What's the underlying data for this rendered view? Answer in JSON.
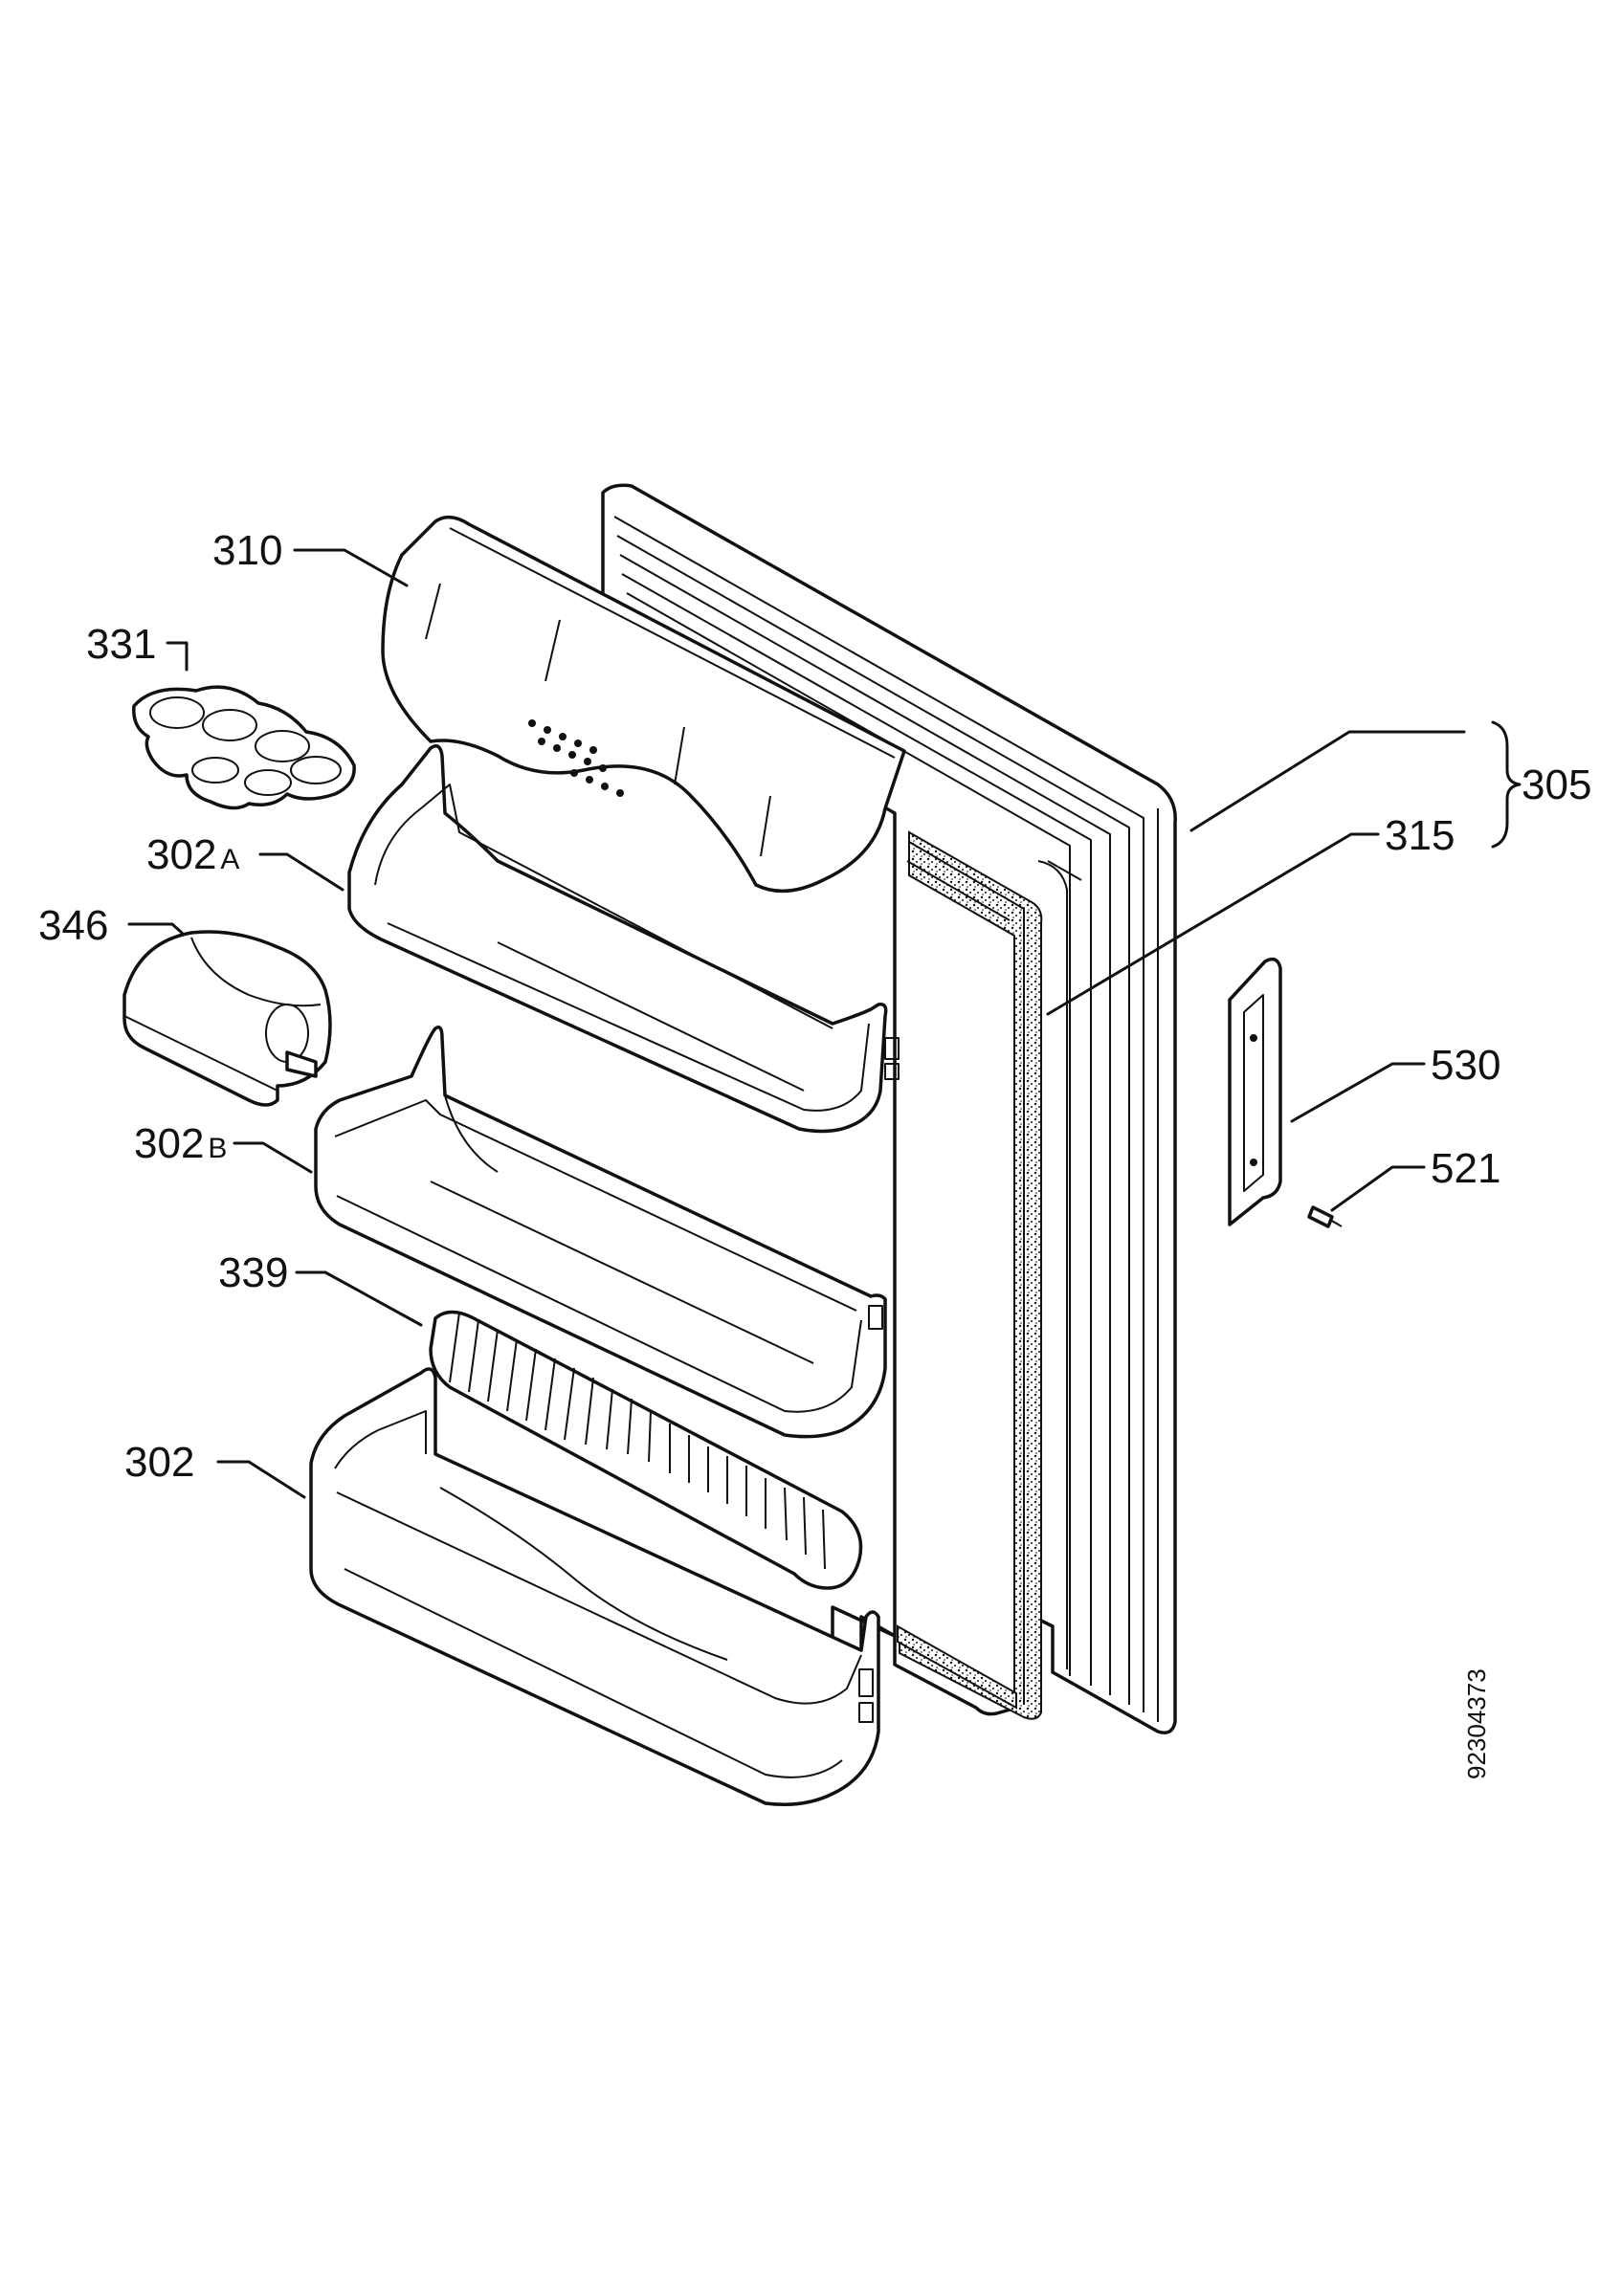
{
  "diagram": {
    "document_number": "92304373",
    "callouts": [
      {
        "id": "310",
        "text": "310"
      },
      {
        "id": "331",
        "text": "331"
      },
      {
        "id": "302A",
        "text": "302",
        "suffix": "A"
      },
      {
        "id": "346",
        "text": "346"
      },
      {
        "id": "302B",
        "text": "302",
        "suffix": "B"
      },
      {
        "id": "339",
        "text": "339"
      },
      {
        "id": "302",
        "text": "302"
      },
      {
        "id": "305",
        "text": "305"
      },
      {
        "id": "315",
        "text": "315"
      },
      {
        "id": "530",
        "text": "530"
      },
      {
        "id": "521",
        "text": "521"
      }
    ],
    "colors": {
      "ink": "#111111",
      "paper": "#ffffff"
    }
  }
}
